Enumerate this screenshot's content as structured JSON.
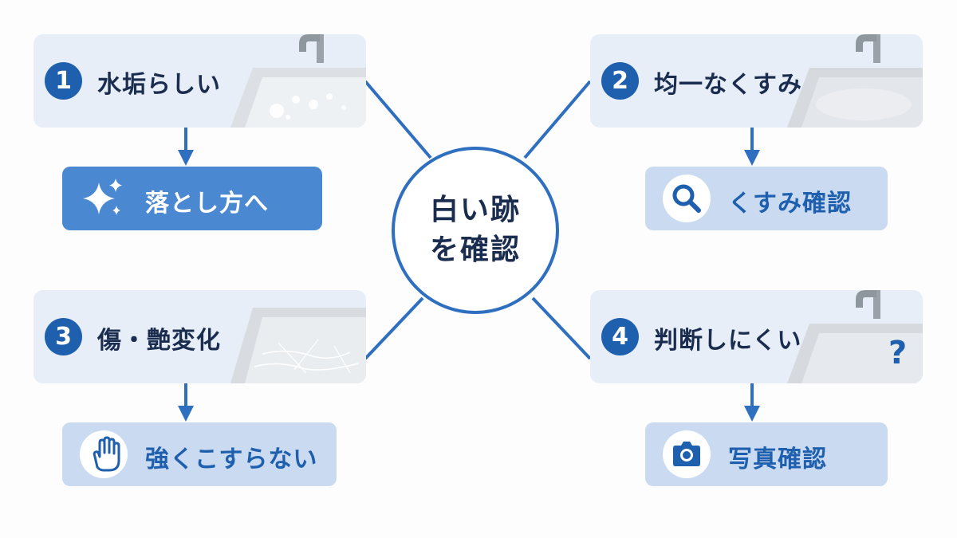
{
  "hub": {
    "label": "白い跡を確認"
  },
  "colors": {
    "primary": "#1e5fae",
    "accent": "#2f6fc0",
    "card_bg": "#e7eef8",
    "action_dark": "#4a88d2",
    "action_light": "#c9daf1",
    "text_dark": "#1b2d4f"
  },
  "cases": [
    {
      "number": "1",
      "title": "水垢らしい",
      "action": {
        "label": "落とし方へ",
        "icon": "sparkle-icon"
      }
    },
    {
      "number": "2",
      "title": "均一なくすみ",
      "action": {
        "label": "くすみ確認",
        "icon": "magnifier-icon"
      }
    },
    {
      "number": "3",
      "title": "傷・艶変化",
      "action": {
        "label": "強くこすらない",
        "icon": "hand-stop-icon"
      }
    },
    {
      "number": "4",
      "title": "判断しにくい",
      "action": {
        "label": "写真確認",
        "icon": "camera-icon"
      },
      "mark": "?"
    }
  ]
}
